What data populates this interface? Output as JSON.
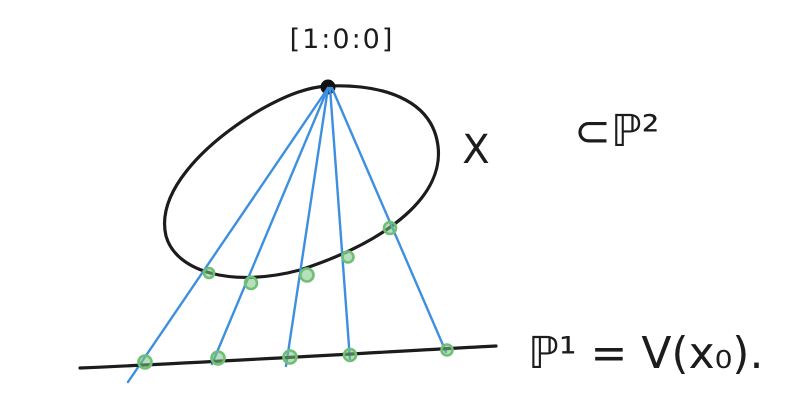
{
  "labels": {
    "point_label": "[1:0:0]",
    "curve_label": "X",
    "plane_label": "⊂ℙ²",
    "line_label": "ℙ¹ = V(x₀)."
  },
  "colors": {
    "ink": "#1c1c1c",
    "lines": "#3d8fe0",
    "marks": "#6fbf75",
    "background": "#ffffff"
  }
}
